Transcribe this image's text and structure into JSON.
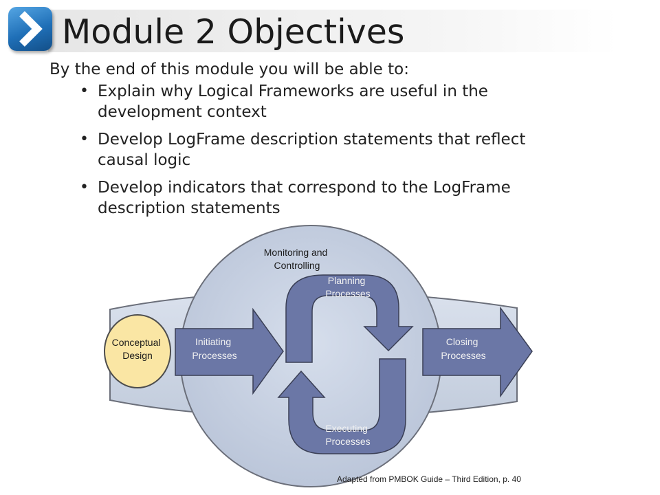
{
  "slide": {
    "title": "Module 2 Objectives",
    "logo_icon": "chevron-right-icon",
    "intro": "By the end of this module you will be able to:",
    "bullets": [
      "Explain why Logical Frameworks are useful in the development context",
      "Develop LogFrame description statements that reflect causal logic",
      "Develop indicators that correspond to the LogFrame description statements"
    ]
  },
  "diagram": {
    "conceptual": [
      "Conceptual",
      "Design"
    ],
    "initiating": [
      "Initiating",
      "Processes"
    ],
    "monitoring": [
      "Monitoring and",
      "Controlling"
    ],
    "planning": [
      "Planning",
      "Processes"
    ],
    "executing": [
      "Executing",
      "Processes"
    ],
    "closing": [
      "Closing",
      "Processes"
    ]
  },
  "caption": "Adapted from PMBOK Guide – Third Edition, p. 40",
  "colors": {
    "arrow_fill": "#6b77a6",
    "circle_fill": "#c9d3e4",
    "conceptual_fill": "#fae6a4",
    "logo": "#1f6fb7"
  }
}
